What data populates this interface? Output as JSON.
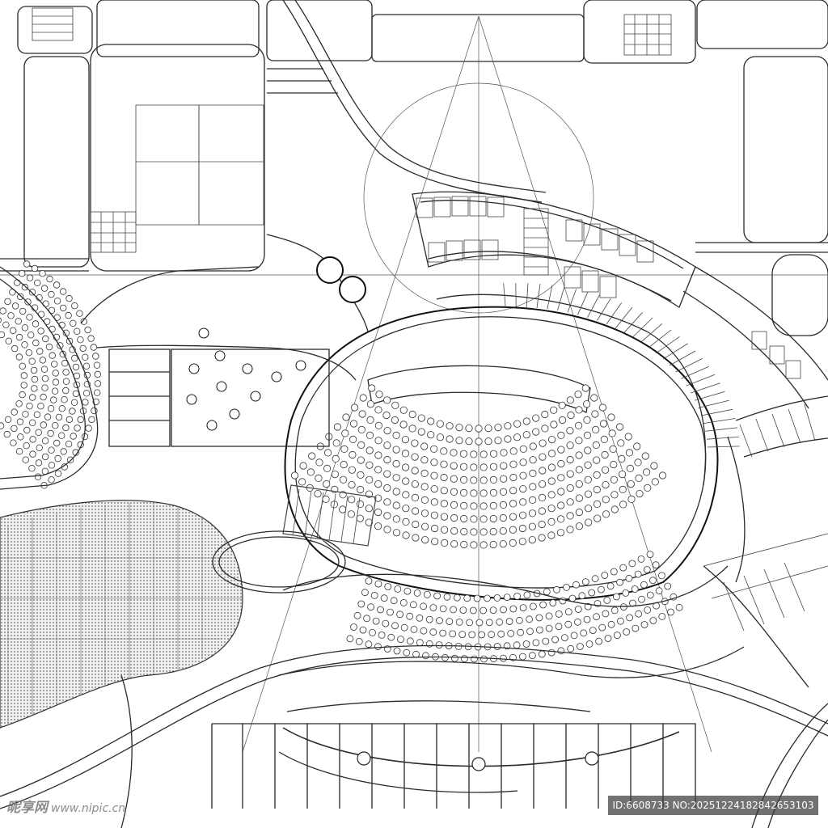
{
  "drawing": {
    "kind": "architectural site plan linework",
    "line_color": "#2a2a2a",
    "background": "#ffffff",
    "hatch_color": "#777777"
  },
  "watermark": {
    "logo_text": "昵享网",
    "url_text": "www.nipic.cn",
    "id_text": "ID:6608733 NO:20251224182842653103"
  }
}
